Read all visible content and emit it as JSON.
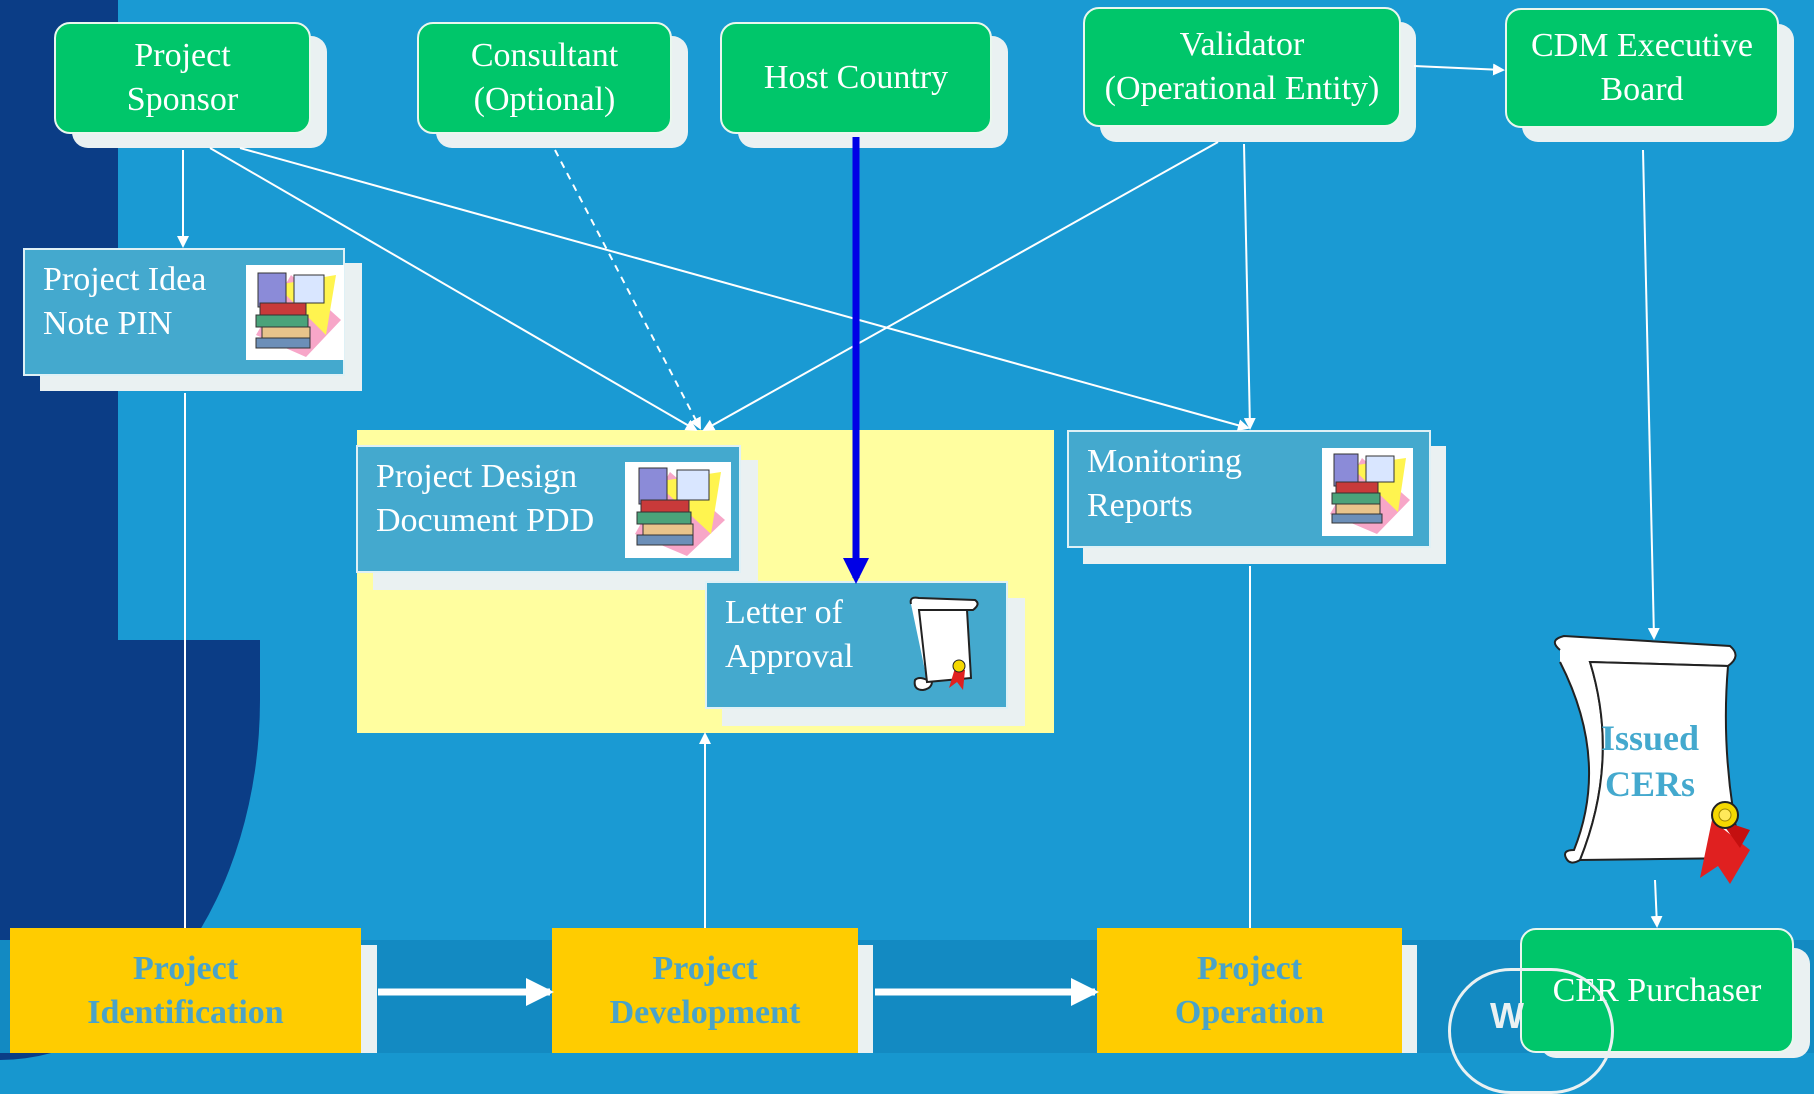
{
  "actors": {
    "sponsor": "Project\nSponsor",
    "consultant": "Consultant\n(Optional)",
    "host": "Host Country",
    "validator": "Validator\n(Operational Entity)",
    "board": "CDM Executive\nBoard",
    "purchaser": "CER Purchaser"
  },
  "documents": {
    "pin": "Project Idea\nNote PIN",
    "pdd": "Project Design\nDocument PDD",
    "loa": "Letter of\nApproval",
    "monitoring": "Monitoring\nReports",
    "issued": "Issued\nCERs"
  },
  "phases": {
    "identification": "Project\nIdentification",
    "development": "Project\nDevelopment",
    "operation": "Project\nOperation"
  },
  "logo_letter": "W",
  "icons": [
    "books-icon",
    "scroll-icon",
    "certificate-icon"
  ],
  "colors": {
    "actor_fill": "#00c66a",
    "document_fill": "#44a9ce",
    "phase_fill": "#ffcc00",
    "highlight_fill": "#fffe9f",
    "host_arrow": "#0000e6"
  }
}
